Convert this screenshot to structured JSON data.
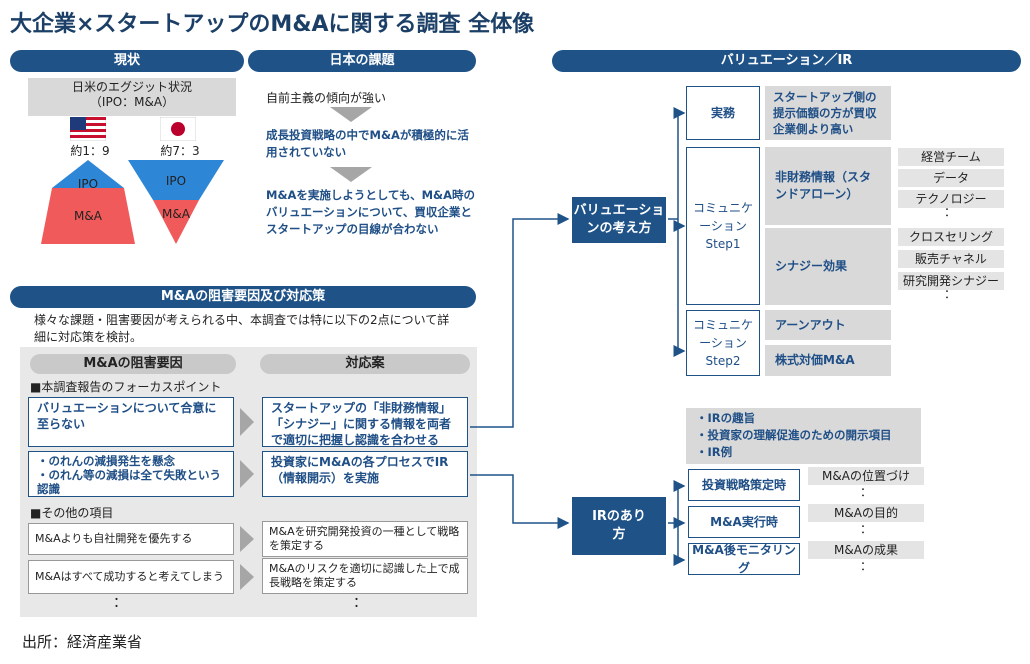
{
  "title": "大企業×スタートアップのM&Aに関する調査 全体像",
  "headers": {
    "current": "現状",
    "japan_issues": "日本の課題",
    "valuation_ir": "バリュエーション／IR",
    "obstacles": "M&Aの阻害要因及び対応策"
  },
  "exit_status": {
    "title_line1": "日米のエグジット状況",
    "title_line2": "（IPO：M&A）",
    "us_ratio": "約1：9",
    "jp_ratio": "約7：3",
    "ipo_label": "IPO",
    "ma_label": "M&A"
  },
  "issues": [
    "自前主義の傾向が強い",
    "成長投資戦略の中でM&Aが積極的に活用されていない",
    "M&Aを実施しようとしても、M&A時のバリュエーションについて、買収企業とスタートアップの目線が合わない"
  ],
  "obstacles": {
    "intro": "様々な課題・阻害要因が考えられる中、本調査では特に以下の2点について詳細に対応策を検討。",
    "col_left": "M&Aの阻害要因",
    "col_right": "対応案",
    "focus_heading": "■本調査報告のフォーカスポイント",
    "focus_rows": [
      {
        "left": "バリュエーションについて合意に至らない",
        "right": "スタートアップの「非財務情報」「シナジー」に関する情報を両者で適切に把握し認識を合わせる"
      },
      {
        "left": "・のれんの減損発生を懸念\n・のれん等の減損は全て失敗という認識",
        "right": "投資家にM&Aの各プロセスでIR（情報開示）を実施"
      }
    ],
    "other_heading": "■その他の項目",
    "other_rows": [
      {
        "left": "M&Aよりも自社開発を優先する",
        "right": "M&Aを研究開発投資の一種として戦略を策定する"
      },
      {
        "left": "M&Aはすべて成功すると考えてしまう",
        "right": "M&Aのリスクを適切に認識した上で成長戦略を策定する"
      }
    ],
    "more": "："
  },
  "valuation": {
    "hub": "バリュエーションの考え方",
    "practice": "実務",
    "practice_note": "スタートアップ側の提示価額の方が買収企業側より高い",
    "step1": "コミュニケーションStep1",
    "step2": "コミュニケーションStep2",
    "nonfinancial": "非財務情報（スタンドアローン）",
    "synergy": "シナジー効果",
    "earnout": "アーンアウト",
    "stock": "株式対価M&A",
    "nonfin_tags": [
      "経営チーム",
      "データ",
      "テクノロジー"
    ],
    "synergy_tags": [
      "クロスセリング",
      "販売チャネル",
      "研究開発シナジー"
    ]
  },
  "ir": {
    "hub": "IRのあり方",
    "notes": [
      "・IRの趣旨",
      "・投資家の理解促進のための開示項目",
      "・IR例"
    ],
    "stages": [
      {
        "label": "投資戦略策定時",
        "tag": "M&Aの位置づけ"
      },
      {
        "label": "M&A実行時",
        "tag": "M&Aの目的"
      },
      {
        "label": "M&A後モニタリング",
        "tag": "M&Aの成果"
      }
    ]
  },
  "source": "出所：経済産業省",
  "colors": {
    "navy": "#1f5388",
    "red": "#f05a5a",
    "blue": "#2e86d6"
  }
}
